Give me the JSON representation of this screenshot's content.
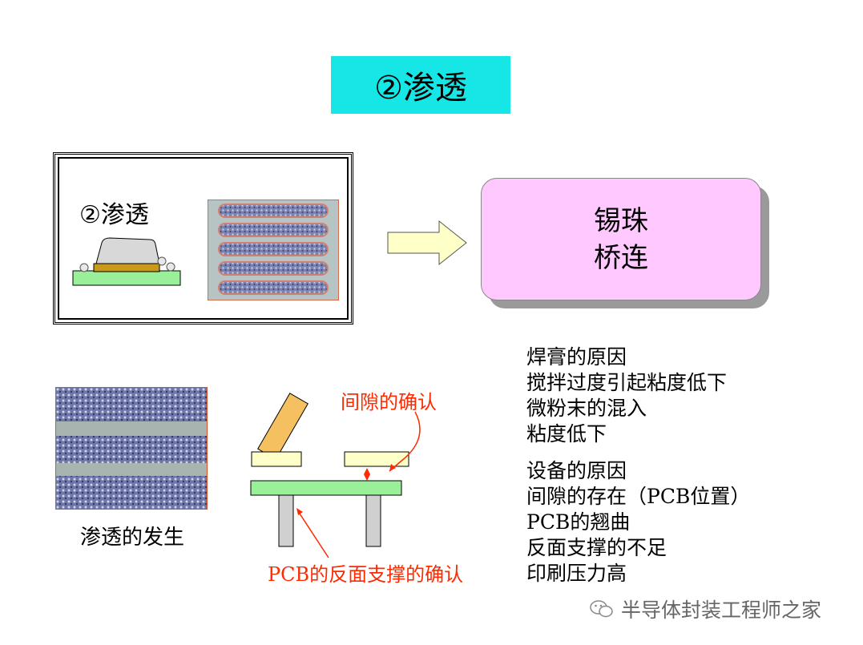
{
  "title": "②渗透",
  "panel": {
    "label": "②渗透"
  },
  "result": {
    "line1": "锡珠",
    "line2": "桥连"
  },
  "photo2": {
    "caption": "渗透的发生"
  },
  "diagram": {
    "gap_label": "间隙的确认",
    "support_label": "PCB的反面支撑的确认"
  },
  "causes": {
    "paste": {
      "heading": "焊膏的原因",
      "items": [
        "搅拌过度引起粘度低下",
        "微粉末的混入",
        "粘度低下"
      ]
    },
    "equipment": {
      "heading": "设备的原因",
      "items": [
        "间隙的存在（PCB位置）",
        "PCB的翘曲",
        "反面支撑的不足",
        "印刷压力高"
      ]
    }
  },
  "watermark": {
    "text": "半导体封装工程师之家",
    "icon": "wechat-icon"
  },
  "colors": {
    "title_bg": "#17e6e6",
    "result_bg": "#ffc9ff",
    "arrow_fill": "#ffffc8",
    "pcb_green": "#99f099",
    "stencil_fill": "#ffffc8",
    "squeegee": "#f5c060",
    "red_label": "#ff2a00"
  }
}
